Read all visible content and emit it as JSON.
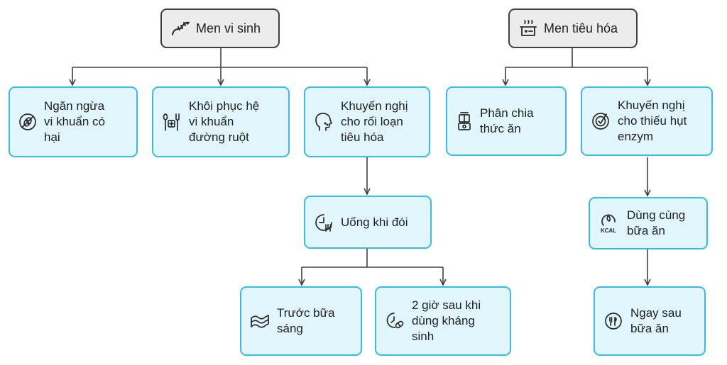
{
  "colors": {
    "root_fill": "#ececec",
    "root_border": "#3f3f3f",
    "leaf_fill": "#e1f6fc",
    "leaf_border": "#38bde1",
    "connector": "#3f3f3f"
  },
  "nodes": {
    "probiotic": {
      "label": "Men vi sinh",
      "icon": "worm-icon"
    },
    "enzyme": {
      "label": "Men tiêu hóa",
      "icon": "cooking-pot-icon"
    },
    "prevent": {
      "label": "Ngăn ngừa\nvi khuẩn có\nhại",
      "icon": "no-bacteria-icon"
    },
    "restore": {
      "label": "Khôi phục hệ\nvi khuẩn\nđường ruột",
      "icon": "utensils-medical-icon"
    },
    "recommend_digest": {
      "label": "Khuyến nghị\ncho rối loạn\ntiêu hóa",
      "icon": "head-profile-icon"
    },
    "empty_stomach": {
      "label": "Uống khi đói",
      "icon": "clock-fork-icon"
    },
    "before_breakfast": {
      "label": "Trước bữa\nsáng",
      "icon": "bacon-icon"
    },
    "after_antibiotic": {
      "label": "2 giờ sau khi\ndùng kháng\nsinh",
      "icon": "timer-pill-icon"
    },
    "break_food": {
      "label": "Phân chia\nthức ăn",
      "icon": "food-processor-icon"
    },
    "recommend_enzyme": {
      "label": "Khuyến nghị\ncho thiếu hụt\nenzym",
      "icon": "target-check-icon"
    },
    "with_meal": {
      "label": "Dùng cùng\nbữa ăn",
      "icon": "kcal-icon"
    },
    "after_meal": {
      "label": "Ngay sau\nbữa ăn",
      "icon": "clock-fork-icon"
    }
  }
}
